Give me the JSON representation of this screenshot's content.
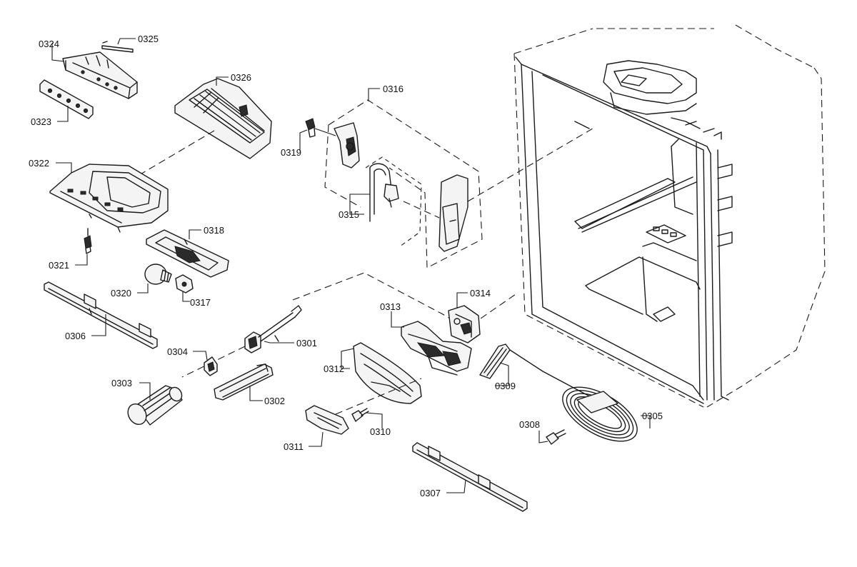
{
  "callouts": [
    {
      "id": "0324",
      "text": "0324"
    },
    {
      "id": "0325",
      "text": "0325"
    },
    {
      "id": "0326",
      "text": "0326"
    },
    {
      "id": "0323",
      "text": "0323"
    },
    {
      "id": "0316",
      "text": "0316"
    },
    {
      "id": "0319",
      "text": "0319"
    },
    {
      "id": "0322",
      "text": "0322"
    },
    {
      "id": "0315",
      "text": "0315"
    },
    {
      "id": "0318",
      "text": "0318"
    },
    {
      "id": "0321",
      "text": "0321"
    },
    {
      "id": "0320",
      "text": "0320"
    },
    {
      "id": "0317",
      "text": "0317"
    },
    {
      "id": "0314",
      "text": "0314"
    },
    {
      "id": "0313",
      "text": "0313"
    },
    {
      "id": "0306",
      "text": "0306"
    },
    {
      "id": "0301",
      "text": "0301"
    },
    {
      "id": "0304",
      "text": "0304"
    },
    {
      "id": "0312",
      "text": "0312"
    },
    {
      "id": "0303",
      "text": "0303"
    },
    {
      "id": "0309",
      "text": "0309"
    },
    {
      "id": "0302",
      "text": "0302"
    },
    {
      "id": "0308",
      "text": "0308"
    },
    {
      "id": "0305",
      "text": "0305"
    },
    {
      "id": "0310",
      "text": "0310"
    },
    {
      "id": "0311",
      "text": "0311"
    },
    {
      "id": "0307",
      "text": "0307"
    }
  ]
}
